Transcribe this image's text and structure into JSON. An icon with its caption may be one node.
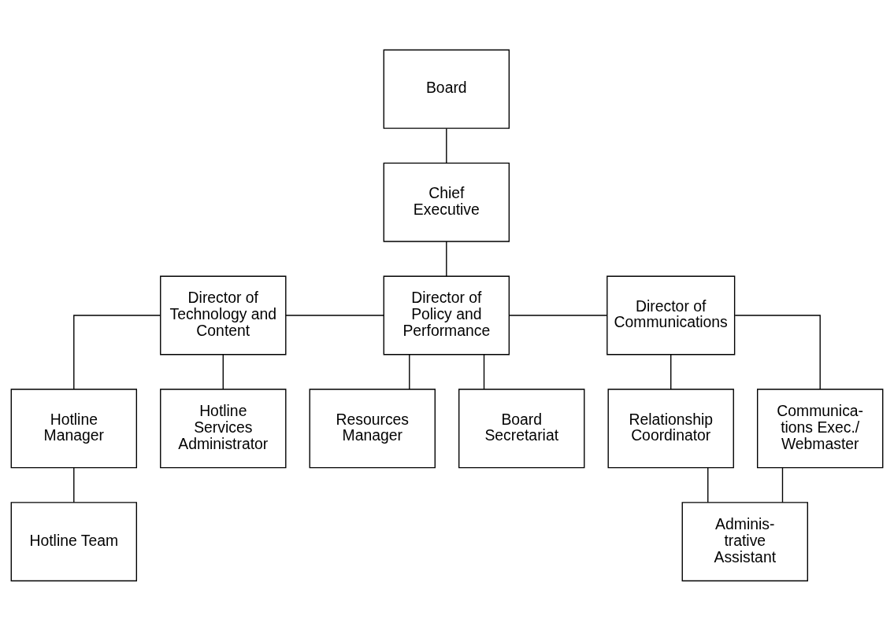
{
  "diagram": {
    "nodes": [
      {
        "text": [
          "Board"
        ]
      },
      {
        "text": [
          "Chief Executive"
        ]
      },
      {
        "text": [
          "Director of Technology and Content"
        ]
      },
      {
        "text": [
          "Director of Policy and Performance"
        ]
      },
      {
        "text": [
          "Director of Communications"
        ]
      },
      {
        "text": [
          "Hotline Manager"
        ]
      },
      {
        "text": [
          "Hotline Services Administrator"
        ]
      },
      {
        "text": [
          "Resources Manager"
        ]
      },
      {
        "text": [
          "Board Secretariat"
        ]
      },
      {
        "text": [
          "Relationship Coordinator"
        ]
      },
      {
        "text": [
          "Communica- tions Exec./ Webmaster"
        ]
      },
      {
        "text": [
          "Hotline Team"
        ]
      },
      {
        "text": [
          "Adminis- trative Assistant"
        ]
      }
    ],
    "edges": [
      {
        "from": 0,
        "to": 1,
        "arrow": "none"
      },
      {
        "from": 1,
        "to": 3,
        "arrow": "none"
      },
      {
        "from": 2,
        "to": 3,
        "arrow": "none"
      },
      {
        "from": 3,
        "to": 4,
        "arrow": "none"
      },
      {
        "from": 2,
        "to": 5,
        "arrow": "none"
      },
      {
        "from": 2,
        "to": 6,
        "arrow": "none"
      },
      {
        "from": 3,
        "to": 7,
        "arrow": "none"
      },
      {
        "from": 3,
        "to": 8,
        "arrow": "none"
      },
      {
        "from": 4,
        "to": 9,
        "arrow": "none"
      },
      {
        "from": 4,
        "to": 10,
        "arrow": "none"
      },
      {
        "from": 5,
        "to": 11,
        "arrow": "none"
      },
      {
        "from": 9,
        "to": 12,
        "arrow": "none"
      },
      {
        "from": 10,
        "to": 12,
        "arrow": "none"
      }
    ]
  }
}
